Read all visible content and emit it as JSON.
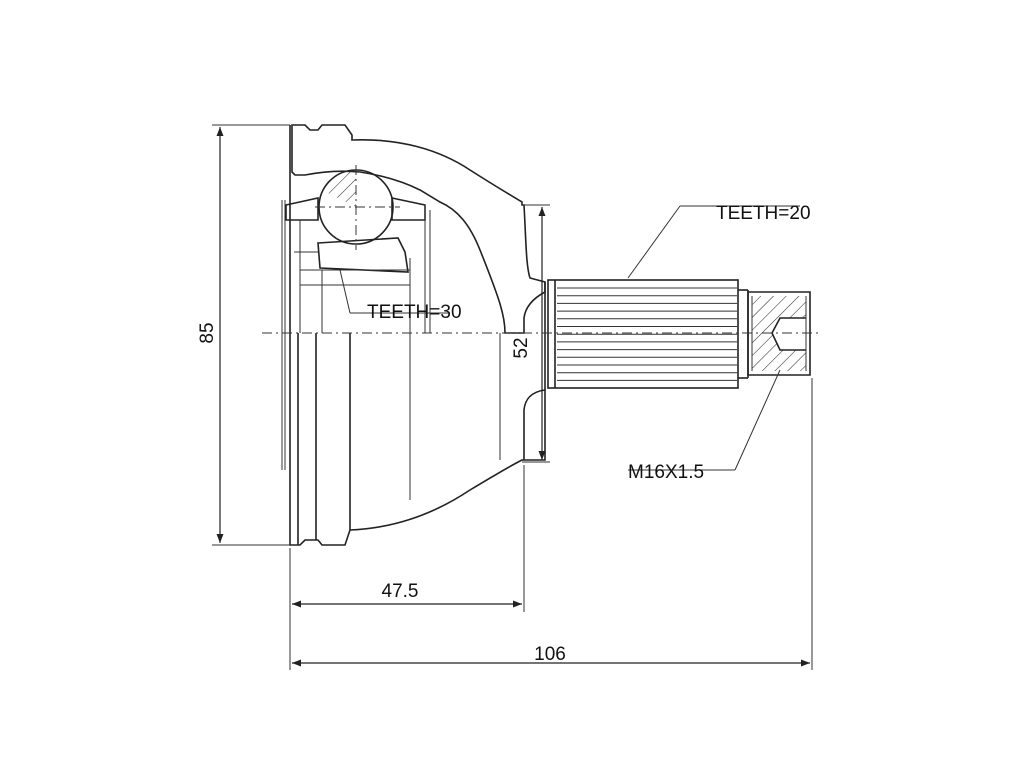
{
  "dimensions": {
    "overall_diameter": "85",
    "shaft_diameter": "52",
    "housing_length": "47.5",
    "total_length": "106"
  },
  "callouts": {
    "outer_spline": "TEETH=20",
    "inner_spline": "TEETH=30",
    "thread": "M16X1.5"
  },
  "colors": {
    "ink": "#222222",
    "background": "#ffffff"
  }
}
